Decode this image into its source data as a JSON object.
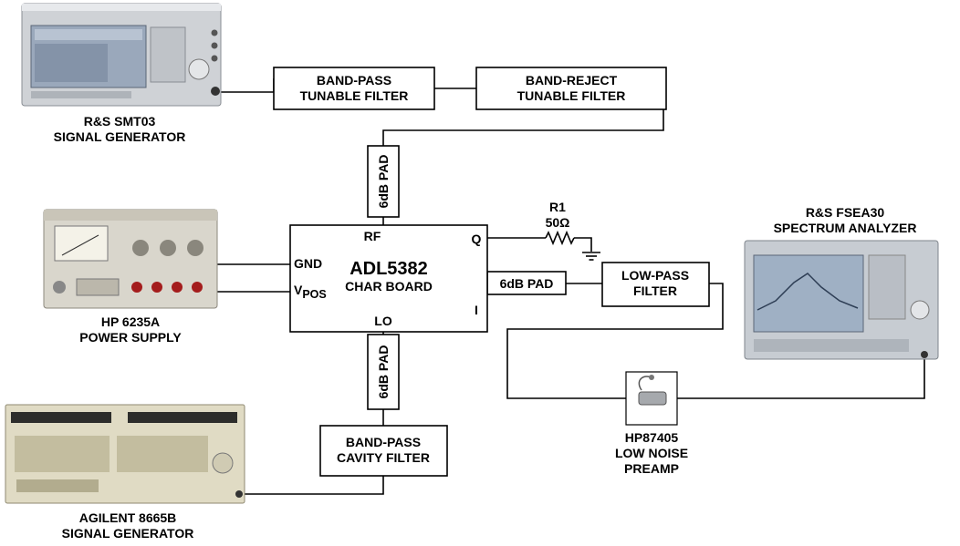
{
  "instruments": {
    "smt03": {
      "line1": "R&S SMT03",
      "line2": "SIGNAL GENERATOR"
    },
    "hp6235a": {
      "line1": "HP 6235A",
      "line2": "POWER SUPPLY"
    },
    "agilent": {
      "line1": "AGILENT 8665B",
      "line2": "SIGNAL GENERATOR"
    },
    "fsea30": {
      "line1": "R&S FSEA30",
      "line2": "SPECTRUM ANALYZER"
    },
    "preamp": {
      "line1": "HP87405",
      "line2": "LOW NOISE",
      "line3": "PREAMP"
    }
  },
  "filters": {
    "bandpass_tunable": {
      "line1": "BAND-PASS",
      "line2": "TUNABLE FILTER"
    },
    "bandreject_tunable": {
      "line1": "BAND-REJECT",
      "line2": "TUNABLE FILTER"
    },
    "lowpass": {
      "line1": "LOW-PASS",
      "line2": "FILTER"
    },
    "bandpass_cavity": {
      "line1": "BAND-PASS",
      "line2": "CAVITY FILTER"
    }
  },
  "pads": {
    "rf_pad": "6dB PAD",
    "lo_pad": "6dB PAD",
    "i_pad": "6dB PAD"
  },
  "char_board": {
    "title": "ADL5382",
    "subtitle": "CHAR BOARD",
    "pin_rf": "RF",
    "pin_lo": "LO",
    "pin_q": "Q",
    "pin_i": "I",
    "pin_gnd": "GND",
    "pin_vpos_main": "V",
    "pin_vpos_sub": "POS"
  },
  "resistor": {
    "name": "R1",
    "value": "50Ω"
  }
}
